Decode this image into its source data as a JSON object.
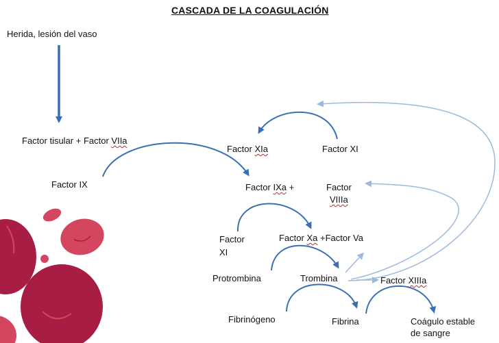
{
  "title": "CASCADA DE LA COAGULACIÓN",
  "nodes": {
    "herida": "Herida, lesión del vaso",
    "factor_tisular_prefix": "Factor tisular + Factor ",
    "factor_tisular_wavy": "VIIa",
    "factor_ix": "Factor IX",
    "factor_xia_prefix": "Factor ",
    "factor_xia_wavy": "XIa",
    "factor_xi_top": "Factor XI",
    "factor_ixa_prefix": "Factor ",
    "factor_ixa_wavy": "IXa",
    "factor_ixa_suffix": " +",
    "factor_viiia_top": "Factor",
    "factor_viiia_bottom": "VIIIa",
    "factor_xi_left_top": "Factor",
    "factor_xi_left_bottom": "XI",
    "factor_xa_prefix": "Factor ",
    "factor_xa_wavy": "Xa",
    "factor_xa_suffix": " +Factor Va",
    "protrombina": "Protrombina",
    "trombina": "Trombina",
    "factor_xiiia_prefix": "Factor ",
    "factor_xiiia_wavy": "XIIIa",
    "fibrinogeno": "Fibrinógeno",
    "fibrina": "Fibrina",
    "coagulo_line1": "Coágulo estable",
    "coagulo_line2": "de sangre"
  },
  "colors": {
    "arrow_blue": "#3a6fb6",
    "feedback_blue": "#9bbadf",
    "blood_red": "#a81d43",
    "blood_pink": "#d4455f"
  }
}
